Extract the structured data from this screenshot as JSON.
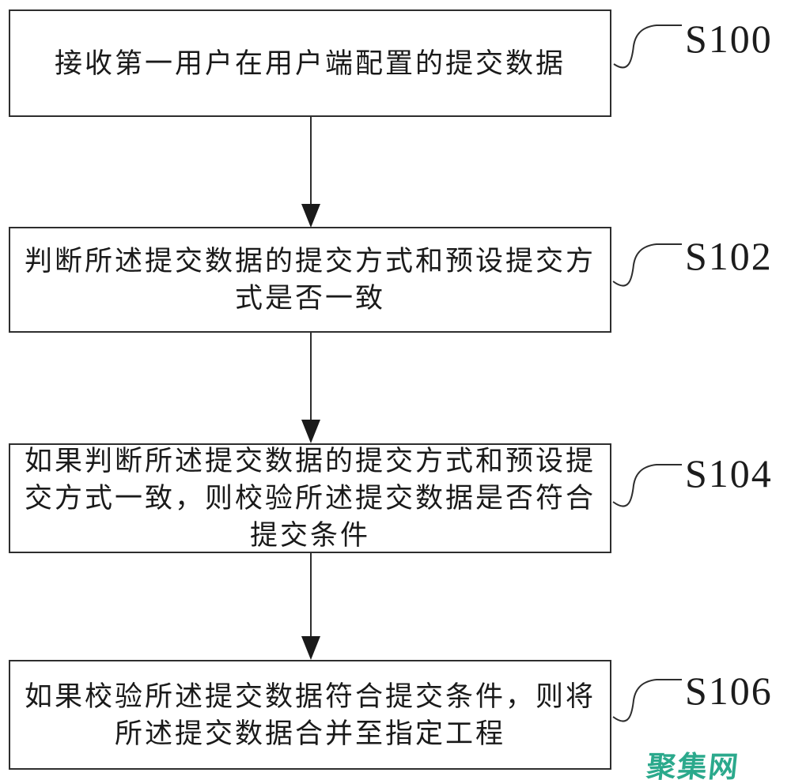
{
  "diagram": {
    "type": "flowchart",
    "steps": [
      {
        "label": "S100",
        "text": "接收第一用户在用户端配置的提交数据"
      },
      {
        "label": "S102",
        "text": "判断所述提交数据的提交方式和预设提交方式是否一致"
      },
      {
        "label": "S104",
        "text": "如果判断所述提交数据的提交方式和预设提交方式一致，则校验所述提交数据是否符合提交条件"
      },
      {
        "label": "S106",
        "text": "如果校验所述提交数据符合提交条件，则将所述提交数据合并至指定工程"
      }
    ],
    "flow": [
      "S100",
      "S102",
      "S104",
      "S106"
    ],
    "watermark": {
      "text": "聚集网",
      "color": "#2BA98C"
    },
    "colors": {
      "line": "#2e2e2e",
      "text": "#1a1a1a",
      "background": "#ffffff"
    }
  }
}
